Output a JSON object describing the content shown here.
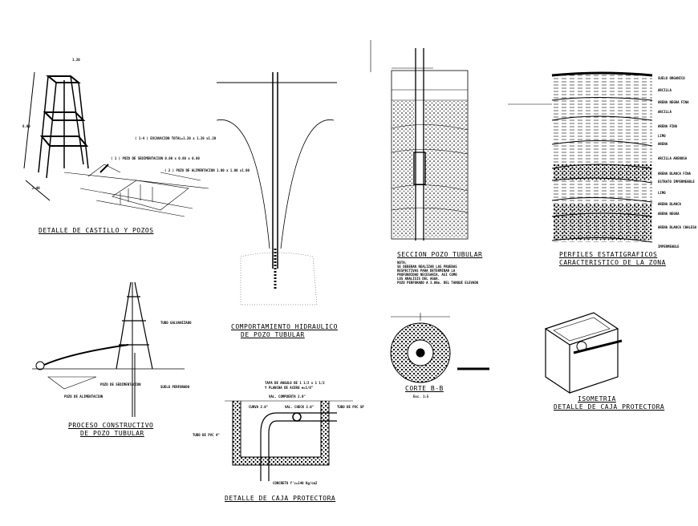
{
  "titles": {
    "castillo": "DETALLE DE CASTILLO Y POZOS",
    "hidraulico_1": "COMPORTAMIENTO HIDRAULICO",
    "hidraulico_2": "DE POZO TUBULAR",
    "seccion": "SECCION POZO TUBULAR",
    "perfiles_1": "PERFILES ESTATIGRAFICOS",
    "perfiles_2": "CARACTERISTICO DE LA ZONA",
    "proceso_1": "PROCESO CONSTRUCTIVO",
    "proceso_2": "DE POZO TUBULAR",
    "caja": "DETALLE DE CAJA PROTECTORA",
    "corte": "CORTE B-B",
    "corte_escala": "Esc. 1:5",
    "isometria_1": "ISOMETRIA",
    "isometria_2": "DETALLE DE CAJA PROTECTORA"
  },
  "castillo_notes": [
    "( 1-4 ) EXCAVACION TOTAL=1.20 x 1.20 x1.20",
    "( 1 ) POZO DE SEDIMENTACION 0.80 x 0.80 x 0.80",
    "( 2 ) POZO DE ALIMENTACION 1.00 x 1.00 x1.00",
    "1.20",
    "6.00",
    "2.40"
  ],
  "seccion_notes": [
    "NOTA:",
    "SE DEBERAN REALIZAR LAS PRUEBAS",
    "RESPECTIVAS PARA DETERMINAR LA",
    "PROFUNDIDAD NECESARIA, ASI COMO",
    "LOS ANALISIS DEL AGUA.",
    "POZO PERFORADO A 3.00m. DEL TANQUE ELEVADO"
  ],
  "strata": [
    "SUELO ORGANICO",
    "ARCILLA",
    "ARENA NEGRA FINA",
    "ARCILLA",
    "ARENA FINA",
    "LIMO",
    "ARENA",
    "ARCILLA ARENOSA",
    "ARENA BLANCA FINA",
    "ESTRATO IMPERMEABLE",
    "LIMO",
    "ARENA BLANCA",
    "ARENA NEGRA",
    "ARENA BLANCA CHALESA",
    "IMPERMEABLE"
  ],
  "caja_notes": [
    "TAPA DE ANGULO DE 1 1/2 x 1 1/2",
    "Y PLANCHA DE ACERO e=1/8\"",
    "VAL. COMPUERTA 2.0\"",
    "CURVA 2.0\"",
    "VAL. CHECK 2.0\"",
    "TUBO DE PVC SP",
    "TUBO DE PVC 4\"",
    "CONCRETO f'c=140 Kg/cm2"
  ],
  "proceso_notes": [
    "TUBO GALVANIZADO",
    "SUELO PERFORADO",
    "POZO DE ALIMENTACION",
    "POZO DE SEDIMENTACION"
  ]
}
